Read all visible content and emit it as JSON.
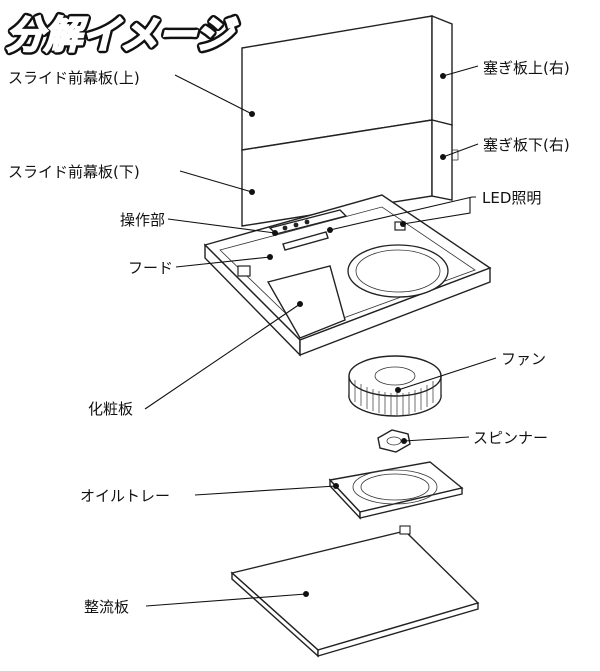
{
  "title": "分解イメージ",
  "labels": {
    "slide_front_upper": "スライド前幕板(上)",
    "slide_front_lower": "スライド前幕板(下)",
    "control_panel": "操作部",
    "hood": "フード",
    "decorative_panel": "化粧板",
    "filler_upper_right": "塞ぎ板上(右)",
    "filler_lower_right": "塞ぎ板下(右)",
    "led_light": "LED照明",
    "fan": "ファン",
    "spinner": "スピンナー",
    "oil_tray": "オイルトレー",
    "rectifier_plate": "整流板"
  }
}
